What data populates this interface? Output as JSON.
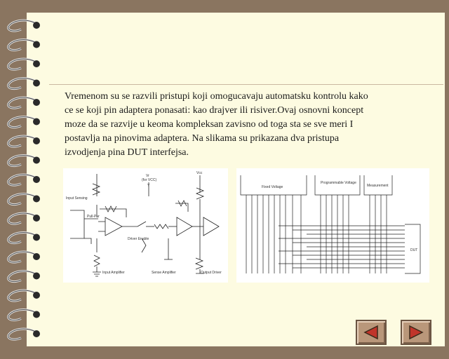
{
  "slide": {
    "body_text": "Vremenom su se razvili pristupi koji omogucavaju automatsku kontrolu kako ce se koji pin adaptera ponasati: kao drajver ili risiver.Ovaj osnovni koncept moze da se razvije u keoma kompleksan zavisno od toga sta se sve meri I postavlja na pinovima adaptera. Na slikama su prikazana dva pristupa izvodjenja pina DUT interfejsa."
  },
  "figure_left": {
    "labels": {
      "vr": "Vr",
      "vr_sub": "(for VCC)",
      "y": "Y",
      "vcc": "Vcc",
      "input": "Input Sensing",
      "pull": "Pull-Pur",
      "driver": "Driver Enable",
      "sense": "Sense Amplifier",
      "dut_label": "Input Amplifier",
      "output": "Output Driver"
    }
  },
  "figure_right": {
    "labels": {
      "fixed": "Fixed Voltage",
      "prog": "Programmable Voltage",
      "meas": "Measurement",
      "dut": "DUT"
    }
  },
  "nav": {
    "prev_symbol": "◀",
    "next_symbol": "▶"
  },
  "colors": {
    "background": "#8a7560",
    "page": "#fdfbe1",
    "button": "#b9977a",
    "arrow": "#c0352a"
  }
}
